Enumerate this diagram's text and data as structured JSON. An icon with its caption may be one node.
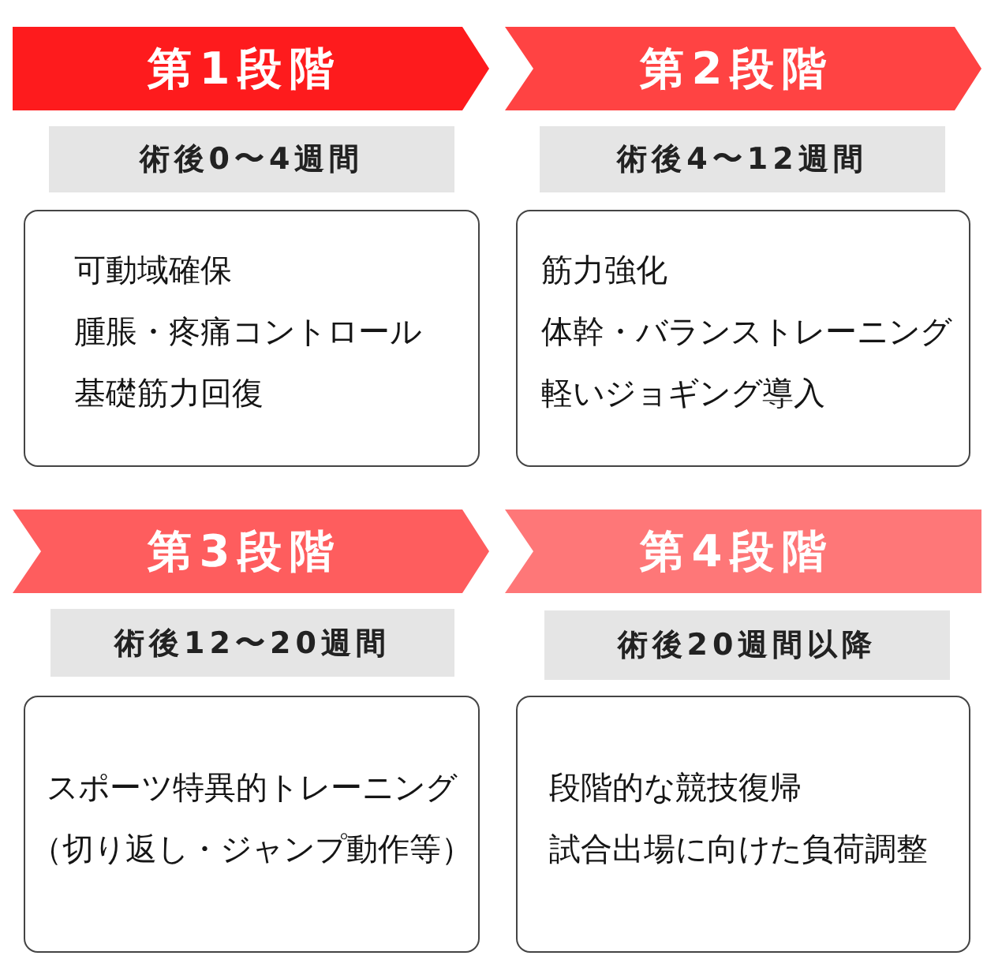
{
  "diagram": {
    "nodes": [
      {
        "text": [
          "第1段階"
        ]
      },
      {
        "text": [
          "術後0〜4週間"
        ]
      },
      {
        "text": [
          "可動域確保",
          "腫脹・疼痛コントロール",
          "基礎筋力回復"
        ]
      },
      {
        "text": [
          "第2段階"
        ]
      },
      {
        "text": [
          "術後4〜12週間"
        ]
      },
      {
        "text": [
          "筋力強化",
          "体幹・バランストレーニング",
          "軽いジョギング導入"
        ]
      },
      {
        "text": [
          "第3段階"
        ]
      },
      {
        "text": [
          "術後12〜20週間"
        ]
      },
      {
        "text": [
          "スポーツ特異的トレーニング（切り返し・ジャンプ動作等）"
        ]
      },
      {
        "text": [
          "第4段階"
        ]
      },
      {
        "text": [
          "術後20週間以降"
        ]
      },
      {
        "text": [
          "段階的な競技復帰",
          "試合出場に向けた負荷調整"
        ]
      }
    ]
  }
}
